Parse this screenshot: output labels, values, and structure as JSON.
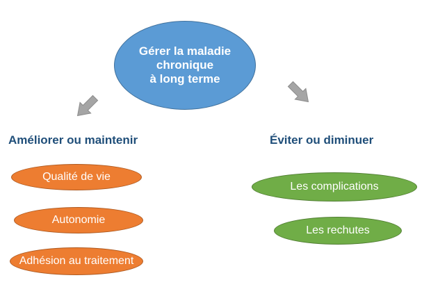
{
  "central": {
    "text": "Gérer la maladie\nchronique\nà long terme",
    "color": "#5b9bd5"
  },
  "left": {
    "heading": "Améliorer ou maintenir",
    "color": "#ed7d31",
    "items": [
      "Qualité de vie",
      "Autonomie",
      "Adhésion au traitement"
    ]
  },
  "right": {
    "heading": "Éviter ou diminuer",
    "color": "#70ad47",
    "items": [
      "Les complications",
      "Les rechutes"
    ]
  },
  "heading_color": "#1f4e79",
  "arrow_color": "#a5a5a5"
}
